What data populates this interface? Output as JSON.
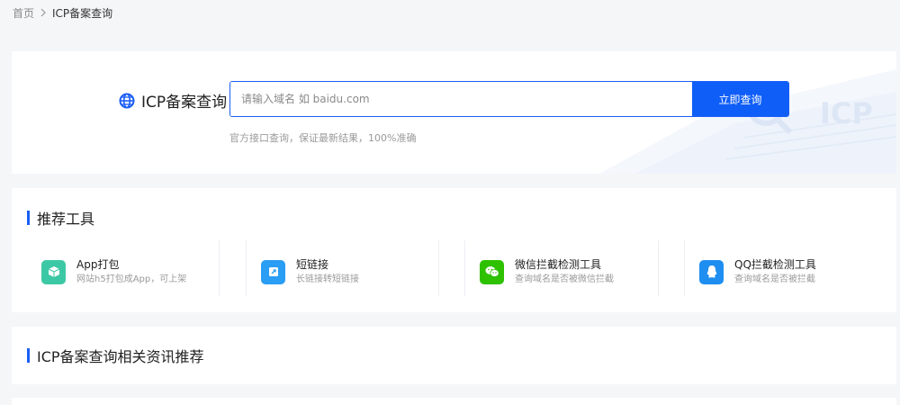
{
  "breadcrumb": {
    "home": "首页",
    "current": "ICP备案查询"
  },
  "search": {
    "title": "ICP备案查询",
    "placeholder": "请输入域名 如 baidu.com",
    "button": "立即查询",
    "tip": "官方接口查询，保证最新结果，100%准确",
    "deco_text": "ICP"
  },
  "tools": {
    "heading": "推荐工具",
    "items": [
      {
        "name": "App打包",
        "desc": "网站h5打包成App，可上架",
        "icon": "box-icon",
        "color": "#3dc8a5"
      },
      {
        "name": "短链接",
        "desc": "长链接转短链接",
        "icon": "link-icon",
        "color": "#2a9df4"
      },
      {
        "name": "微信拦截检测工具",
        "desc": "查询域名是否被微信拦截",
        "icon": "wechat-icon",
        "color": "#2dc100"
      },
      {
        "name": "QQ拦截检测工具",
        "desc": "查询域名是否被拦截",
        "icon": "qq-icon",
        "color": "#1e8ef0"
      }
    ]
  },
  "news": {
    "heading": "ICP备案查询相关资讯推荐"
  },
  "colors": {
    "accent": "#1a5ef5",
    "button": "#0f5ef7"
  }
}
